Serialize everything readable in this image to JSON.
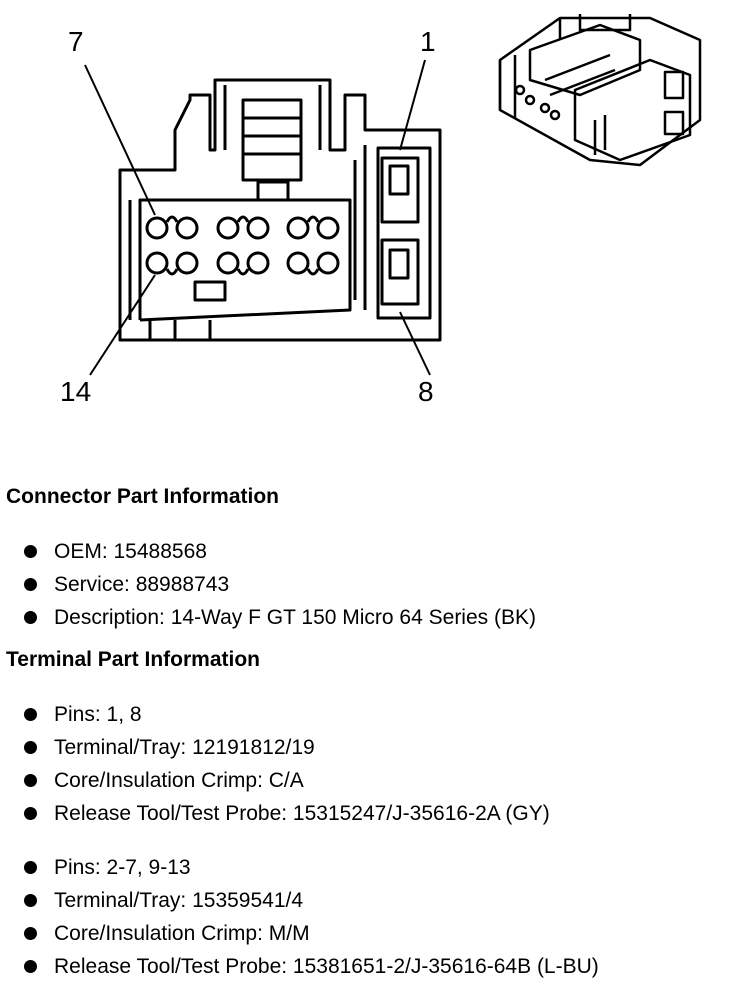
{
  "diagram": {
    "pin_labels": {
      "top_left": "7",
      "top_right": "1",
      "bottom_left": "14",
      "bottom_right": "8"
    }
  },
  "connector_info": {
    "title": "Connector Part Information",
    "items": [
      "OEM: 15488568",
      "Service: 88988743",
      "Description: 14-Way F GT 150 Micro 64 Series (BK)"
    ]
  },
  "terminal_info": {
    "title": "Terminal Part Information",
    "group1": [
      "Pins: 1, 8",
      "Terminal/Tray: 12191812/19",
      "Core/Insulation Crimp: C/A",
      "Release Tool/Test Probe: 15315247/J-35616-2A (GY)"
    ],
    "group2": [
      "Pins: 2-7, 9-13",
      "Terminal/Tray: 15359541/4",
      "Core/Insulation Crimp: M/M",
      "Release Tool/Test Probe: 15381651-2/J-35616-64B (L-BU)"
    ]
  }
}
